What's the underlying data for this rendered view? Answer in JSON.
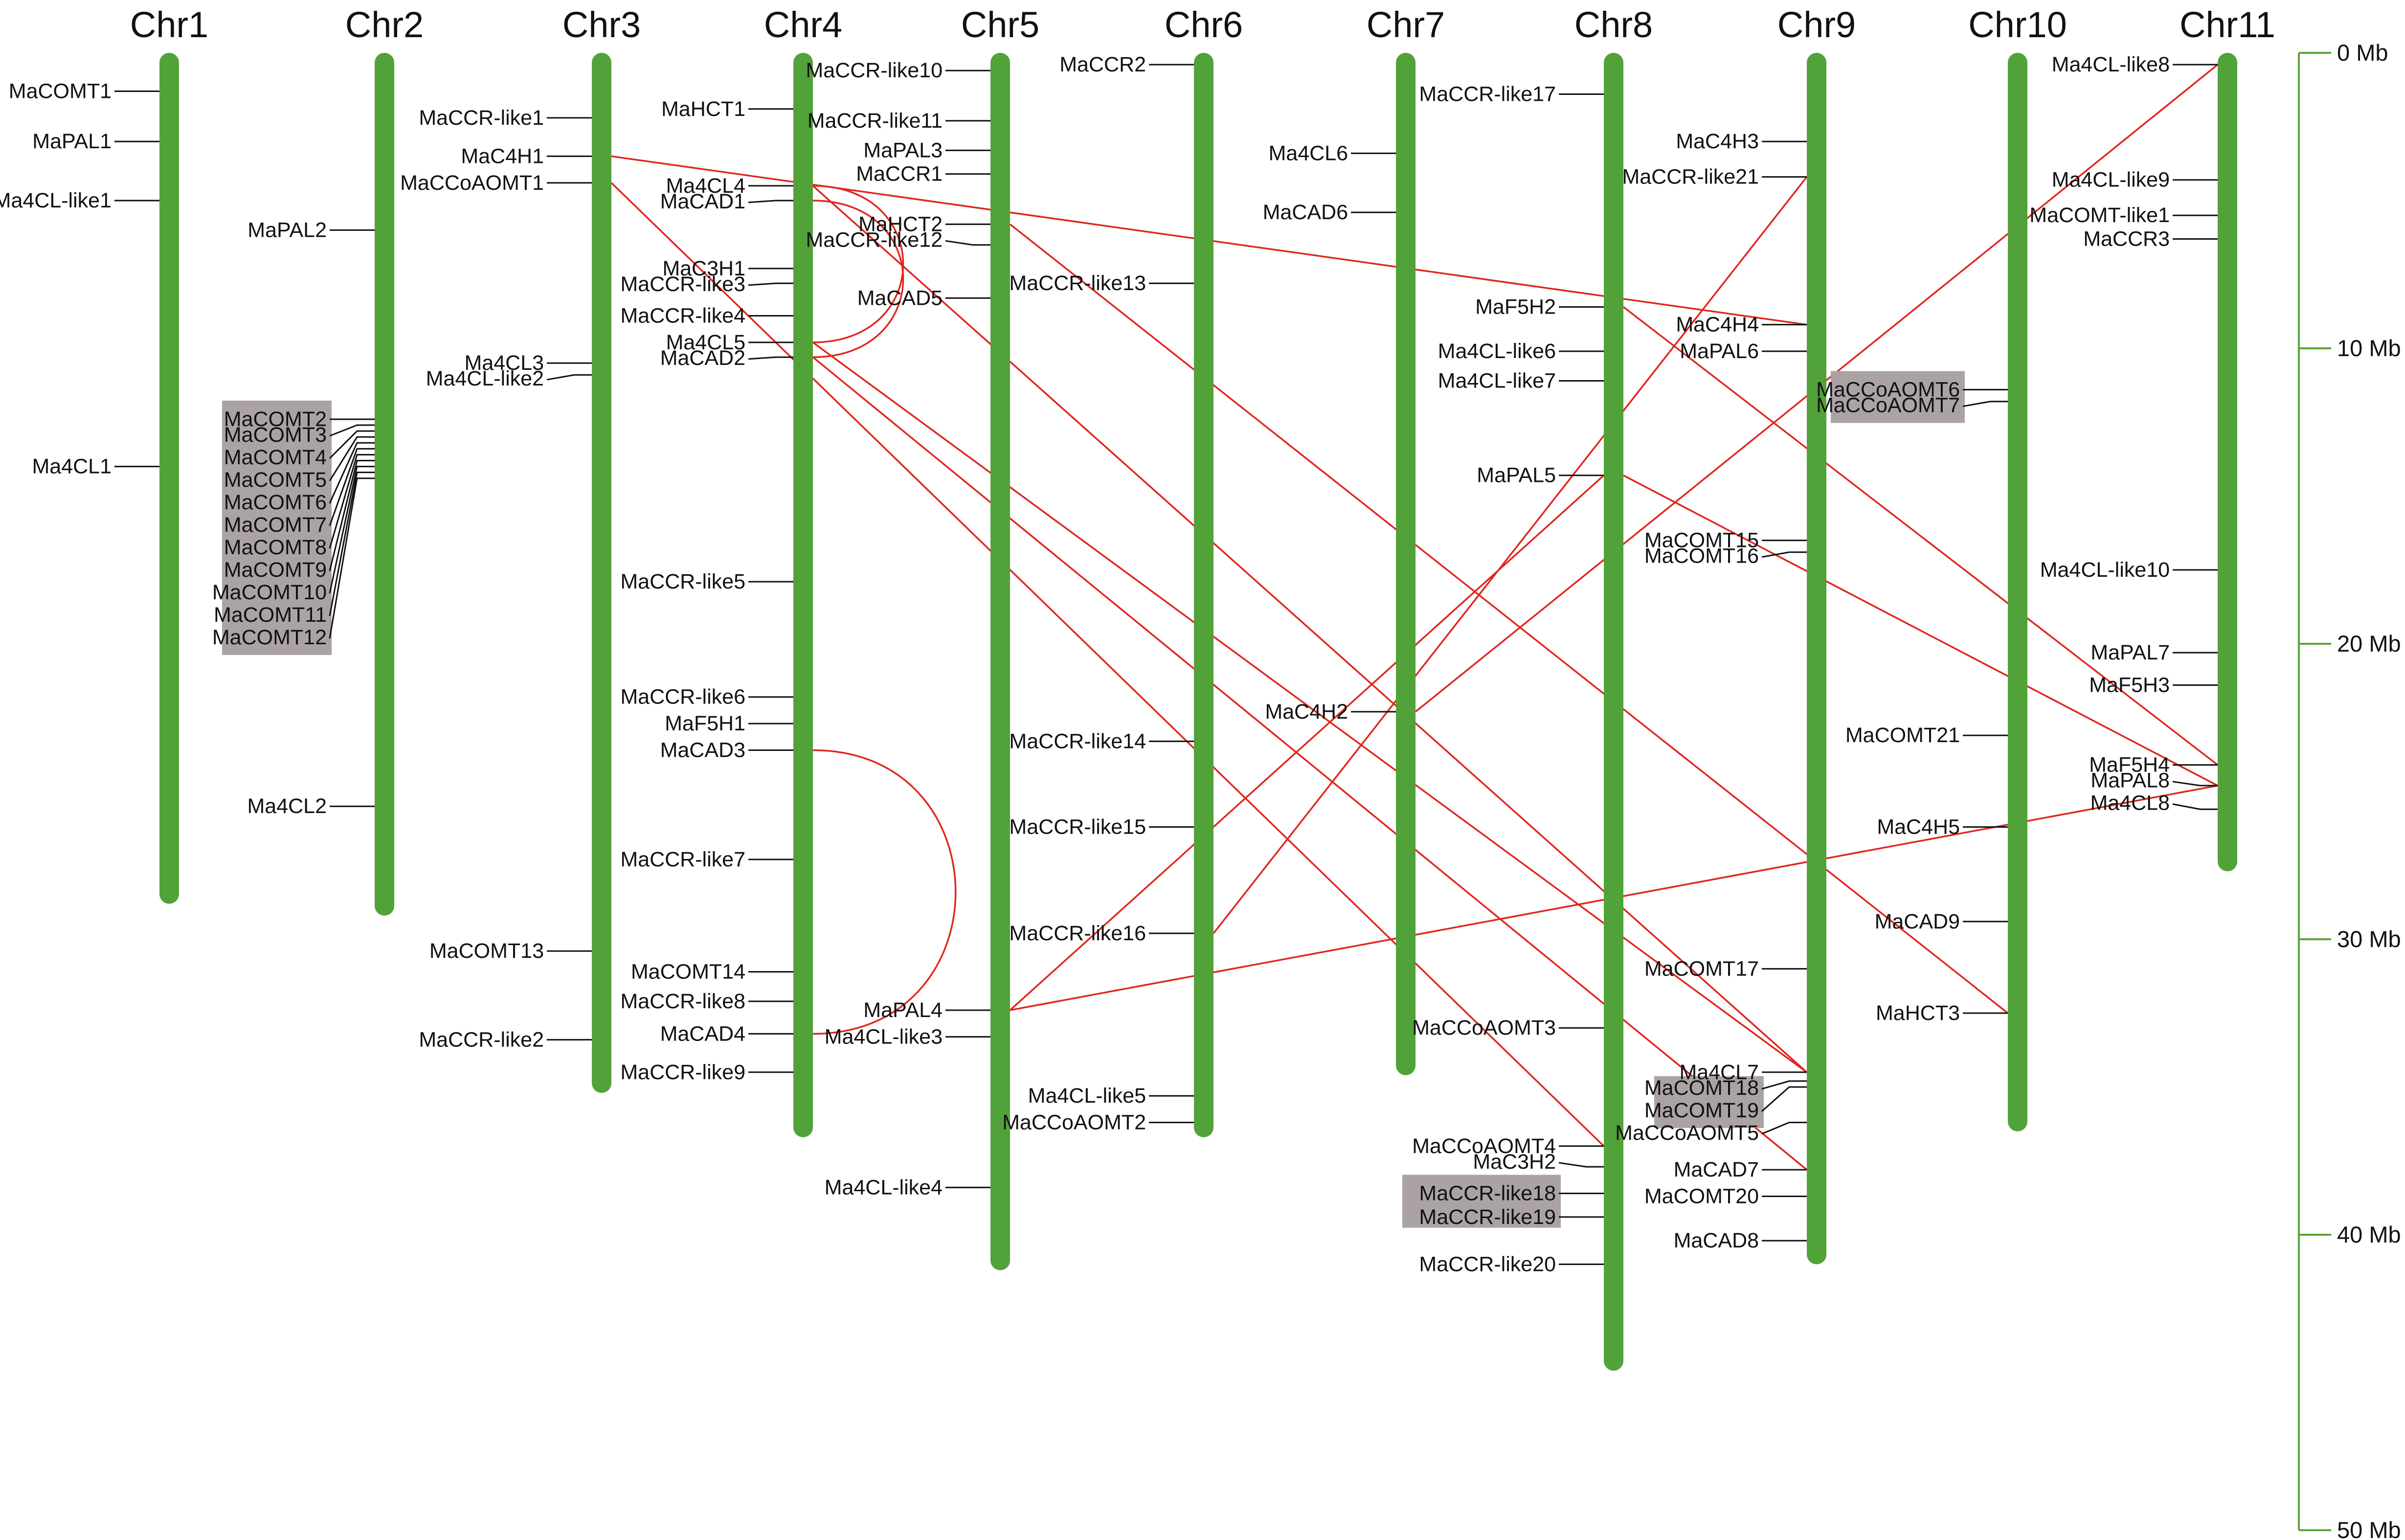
{
  "colors": {
    "chromosome": "#52a23a",
    "link": "#e0261d",
    "leader": "#111111",
    "cluster_box": "#aba3a3",
    "scale_axis": "#5aa43a"
  },
  "scale": {
    "unit": "Mb",
    "max": 50,
    "ticks": [
      {
        "value": 0,
        "label": "0 Mb"
      },
      {
        "value": 10,
        "label": "10 Mb"
      },
      {
        "value": 20,
        "label": "20 Mb"
      },
      {
        "value": 30,
        "label": "30 Mb"
      },
      {
        "value": 40,
        "label": "40 Mb"
      },
      {
        "value": 50,
        "label": "50 Mb"
      }
    ]
  },
  "chromosomes": [
    {
      "name": "Chr1",
      "length": 28.8,
      "genes": [
        {
          "name": "MaCOMT1",
          "pos": 1.3
        },
        {
          "name": "MaPAL1",
          "pos": 3.0
        },
        {
          "name": "Ma4CL-like1",
          "pos": 5.0
        },
        {
          "name": "Ma4CL1",
          "pos": 14.0
        }
      ]
    },
    {
      "name": "Chr2",
      "length": 29.2,
      "genes": [
        {
          "name": "MaPAL2",
          "pos": 6.0
        },
        {
          "name": "MaCOMT2",
          "pos": 12.4,
          "cluster": 1
        },
        {
          "name": "MaCOMT3",
          "pos": 12.6,
          "cluster": 1
        },
        {
          "name": "MaCOMT4",
          "pos": 12.8,
          "cluster": 1
        },
        {
          "name": "MaCOMT5",
          "pos": 13.0,
          "cluster": 1
        },
        {
          "name": "MaCOMT6",
          "pos": 13.2,
          "cluster": 1
        },
        {
          "name": "MaCOMT7",
          "pos": 13.4,
          "cluster": 1
        },
        {
          "name": "MaCOMT8",
          "pos": 13.6,
          "cluster": 1
        },
        {
          "name": "MaCOMT9",
          "pos": 13.8,
          "cluster": 1
        },
        {
          "name": "MaCOMT10",
          "pos": 14.0,
          "cluster": 1
        },
        {
          "name": "MaCOMT11",
          "pos": 14.2,
          "cluster": 1
        },
        {
          "name": "MaCOMT12",
          "pos": 14.4,
          "cluster": 1
        },
        {
          "name": "Ma4CL2",
          "pos": 25.5
        }
      ]
    },
    {
      "name": "Chr3",
      "length": 35.2,
      "genes": [
        {
          "name": "MaCCR-like1",
          "pos": 2.2
        },
        {
          "name": "MaC4H1",
          "pos": 3.5
        },
        {
          "name": "MaCCoAOMT1",
          "pos": 4.4
        },
        {
          "name": "Ma4CL3",
          "pos": 10.5
        },
        {
          "name": "Ma4CL-like2",
          "pos": 10.9
        },
        {
          "name": "MaCOMT13",
          "pos": 30.4
        },
        {
          "name": "MaCCR-like2",
          "pos": 33.4
        }
      ]
    },
    {
      "name": "Chr4",
      "length": 36.7,
      "genes": [
        {
          "name": "MaHCT1",
          "pos": 1.9
        },
        {
          "name": "Ma4CL4",
          "pos": 4.5
        },
        {
          "name": "MaCAD1",
          "pos": 5.0
        },
        {
          "name": "MaC3H1",
          "pos": 7.3
        },
        {
          "name": "MaCCR-like3",
          "pos": 7.8
        },
        {
          "name": "MaCCR-like4",
          "pos": 8.9
        },
        {
          "name": "Ma4CL5",
          "pos": 9.8
        },
        {
          "name": "MaCAD2",
          "pos": 10.3
        },
        {
          "name": "MaCCR-like5",
          "pos": 17.9
        },
        {
          "name": "MaCCR-like6",
          "pos": 21.8
        },
        {
          "name": "MaF5H1",
          "pos": 22.7
        },
        {
          "name": "MaCAD3",
          "pos": 23.6
        },
        {
          "name": "MaCCR-like7",
          "pos": 27.3
        },
        {
          "name": "MaCOMT14",
          "pos": 31.1
        },
        {
          "name": "MaCCR-like8",
          "pos": 32.1
        },
        {
          "name": "MaCAD4",
          "pos": 33.2
        },
        {
          "name": "MaCCR-like9",
          "pos": 34.5
        }
      ]
    },
    {
      "name": "Chr5",
      "length": 41.2,
      "genes": [
        {
          "name": "MaCCR-like10",
          "pos": 0.6
        },
        {
          "name": "MaCCR-like11",
          "pos": 2.3
        },
        {
          "name": "MaPAL3",
          "pos": 3.3
        },
        {
          "name": "MaCCR1",
          "pos": 4.1
        },
        {
          "name": "MaHCT2",
          "pos": 5.8
        },
        {
          "name": "MaCCR-like12",
          "pos": 6.5
        },
        {
          "name": "MaCAD5",
          "pos": 8.3
        },
        {
          "name": "MaPAL4",
          "pos": 32.4
        },
        {
          "name": "Ma4CL-like3",
          "pos": 33.3
        },
        {
          "name": "Ma4CL-like4",
          "pos": 38.4
        }
      ]
    },
    {
      "name": "Chr6",
      "length": 36.7,
      "genes": [
        {
          "name": "MaCCR2",
          "pos": 0.4
        },
        {
          "name": "MaCCR-like13",
          "pos": 7.8
        },
        {
          "name": "MaCCR-like14",
          "pos": 23.3
        },
        {
          "name": "MaCCR-like15",
          "pos": 26.2
        },
        {
          "name": "MaCCR-like16",
          "pos": 29.8
        },
        {
          "name": "Ma4CL-like5",
          "pos": 35.3
        },
        {
          "name": "MaCCoAOMT2",
          "pos": 36.2
        }
      ]
    },
    {
      "name": "Chr7",
      "length": 34.6,
      "genes": [
        {
          "name": "Ma4CL6",
          "pos": 3.4
        },
        {
          "name": "MaCAD6",
          "pos": 5.4
        },
        {
          "name": "MaC4H2",
          "pos": 22.3
        }
      ]
    },
    {
      "name": "Chr8",
      "length": 44.6,
      "genes": [
        {
          "name": "MaCCR-like17",
          "pos": 1.4
        },
        {
          "name": "MaF5H2",
          "pos": 8.6
        },
        {
          "name": "Ma4CL-like6",
          "pos": 10.1
        },
        {
          "name": "Ma4CL-like7",
          "pos": 11.1
        },
        {
          "name": "MaPAL5",
          "pos": 14.3
        },
        {
          "name": "MaCCoAOMT3",
          "pos": 33.0
        },
        {
          "name": "MaCCoAOMT4",
          "pos": 37.0
        },
        {
          "name": "MaC3H2",
          "pos": 37.7
        },
        {
          "name": "MaCCR-like18",
          "pos": 38.6,
          "cluster": 3
        },
        {
          "name": "MaCCR-like19",
          "pos": 39.4,
          "cluster": 3
        },
        {
          "name": "MaCCR-like20",
          "pos": 41.0
        }
      ]
    },
    {
      "name": "Chr9",
      "length": 41.0,
      "genes": [
        {
          "name": "MaC4H3",
          "pos": 3.0
        },
        {
          "name": "MaCCR-like21",
          "pos": 4.2
        },
        {
          "name": "MaC4H4",
          "pos": 9.2
        },
        {
          "name": "MaPAL6",
          "pos": 10.1
        },
        {
          "name": "MaCOMT15",
          "pos": 16.5
        },
        {
          "name": "MaCOMT16",
          "pos": 16.9
        },
        {
          "name": "MaCOMT17",
          "pos": 31.0
        },
        {
          "name": "Ma4CL7",
          "pos": 34.5
        },
        {
          "name": "MaCOMT18",
          "pos": 34.8,
          "cluster": 4
        },
        {
          "name": "MaCOMT19",
          "pos": 35.0,
          "cluster": 4
        },
        {
          "name": "MaCCoAOMT5",
          "pos": 36.2
        },
        {
          "name": "MaCAD7",
          "pos": 37.8
        },
        {
          "name": "MaCOMT20",
          "pos": 38.7
        },
        {
          "name": "MaCAD8",
          "pos": 40.2
        }
      ]
    },
    {
      "name": "Chr10",
      "length": 36.5,
      "genes": [
        {
          "name": "MaCCoAOMT6",
          "pos": 11.4,
          "cluster": 2
        },
        {
          "name": "MaCCoAOMT7",
          "pos": 11.8,
          "cluster": 2
        },
        {
          "name": "MaCOMT21",
          "pos": 23.1
        },
        {
          "name": "MaC4H5",
          "pos": 26.2
        },
        {
          "name": "MaCAD9",
          "pos": 29.4
        },
        {
          "name": "MaHCT3",
          "pos": 32.5
        }
      ]
    },
    {
      "name": "Chr11",
      "length": 27.7,
      "genes": [
        {
          "name": "Ma4CL-like8",
          "pos": 0.4
        },
        {
          "name": "Ma4CL-like9",
          "pos": 4.3
        },
        {
          "name": "MaCOMT-like1",
          "pos": 5.5
        },
        {
          "name": "MaCCR3",
          "pos": 6.3
        },
        {
          "name": "Ma4CL-like10",
          "pos": 17.5
        },
        {
          "name": "MaPAL7",
          "pos": 20.3
        },
        {
          "name": "MaF5H3",
          "pos": 21.4
        },
        {
          "name": "MaF5H4",
          "pos": 24.1
        },
        {
          "name": "MaPAL8",
          "pos": 24.8
        },
        {
          "name": "Ma4CL8",
          "pos": 25.6
        }
      ]
    }
  ],
  "links": [
    {
      "from": "MaC4H1",
      "to": "MaC4H4"
    },
    {
      "from": "MaCCoAOMT1",
      "to": "MaCCoAOMT4"
    },
    {
      "from": "Ma4CL4",
      "to": "Ma4CL5"
    },
    {
      "from": "MaCAD1",
      "to": "MaCAD2"
    },
    {
      "from": "Ma4CL4",
      "to": "Ma4CL7"
    },
    {
      "from": "Ma4CL5",
      "to": "Ma4CL7"
    },
    {
      "from": "MaCAD2",
      "to": "MaCAD7"
    },
    {
      "from": "MaCAD3",
      "to": "MaCAD4"
    },
    {
      "from": "MaHCT2",
      "to": "MaHCT3"
    },
    {
      "from": "MaPAL4",
      "to": "MaPAL5"
    },
    {
      "from": "MaPAL4",
      "to": "MaPAL8"
    },
    {
      "from": "MaC4H2",
      "to": "Ma4CL-like8"
    },
    {
      "from": "MaCCR-like16",
      "to": "MaCCR-like21"
    },
    {
      "from": "MaF5H2",
      "to": "MaF5H4"
    },
    {
      "from": "MaPAL5",
      "to": "MaPAL8"
    }
  ]
}
